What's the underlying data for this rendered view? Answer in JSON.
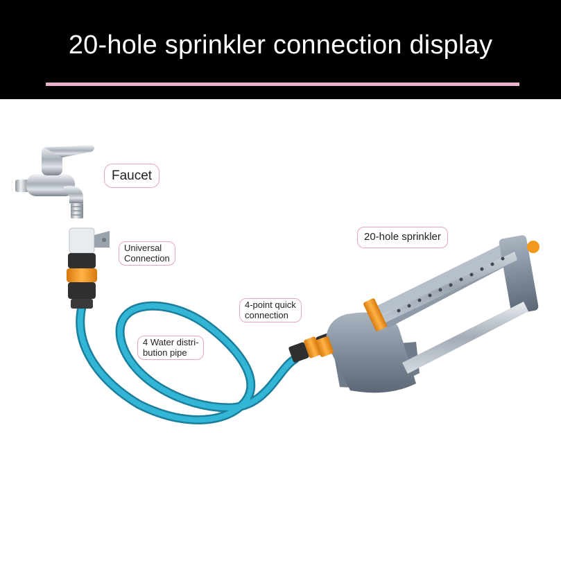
{
  "header": {
    "title": "20-hole sprinkler connection display"
  },
  "labels": {
    "faucet": "Faucet",
    "universal_line1": "Universal",
    "universal_line2": "Connection",
    "quick_line1": "4-point quick",
    "quick_line2": "connection",
    "pipe_line1": "4 Water distri-",
    "pipe_line2": "bution pipe",
    "sprinkler": "20-hole sprinkler"
  },
  "colors": {
    "header_bg": "#000000",
    "header_rule": "#e9b3cb",
    "hose": "#2aa3c4",
    "connector_orange": "#f39a1e",
    "sprinkler_gray": "#7e8c9c",
    "label_border": "#e8a5c2"
  }
}
